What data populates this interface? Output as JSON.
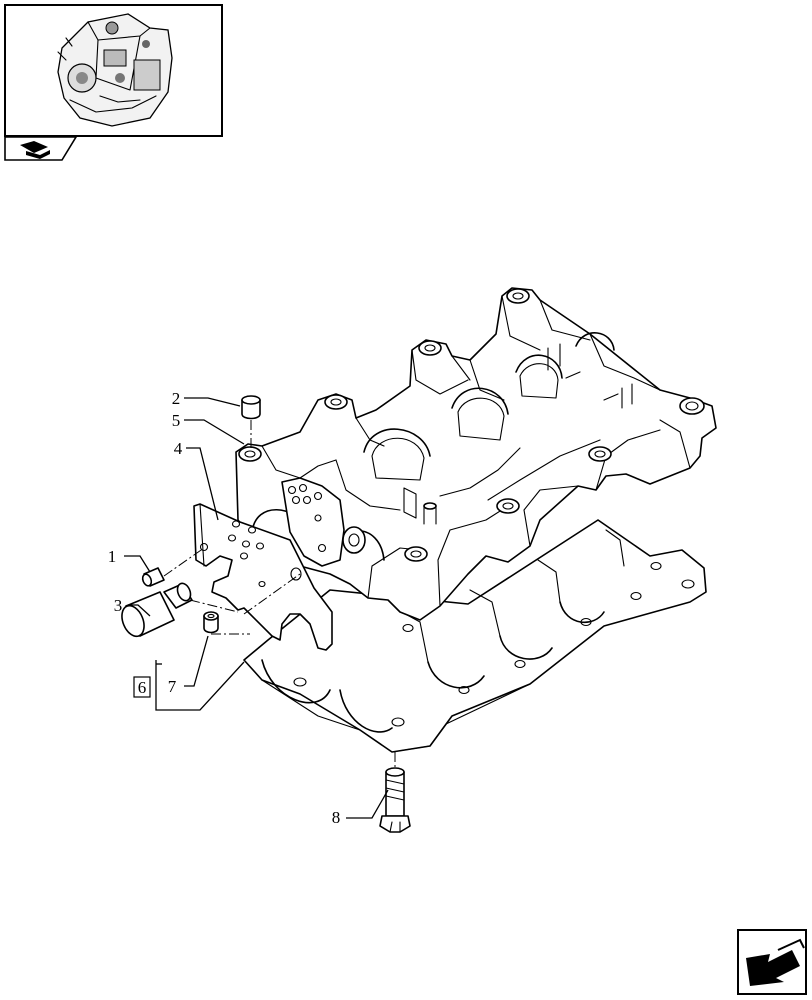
{
  "thumbnail": {
    "icon": "engine-icon"
  },
  "nav": {
    "icon": "book-arrow-icon"
  },
  "callouts": [
    {
      "id": "c1",
      "text": "1"
    },
    {
      "id": "c2",
      "text": "2"
    },
    {
      "id": "c3",
      "text": "3"
    },
    {
      "id": "c4",
      "text": "4"
    },
    {
      "id": "c5",
      "text": "5"
    },
    {
      "id": "c6",
      "text": "6"
    },
    {
      "id": "c7",
      "text": "7"
    },
    {
      "id": "c8",
      "text": "8"
    }
  ],
  "next_page": {
    "icon": "next-page-arrow-icon"
  }
}
